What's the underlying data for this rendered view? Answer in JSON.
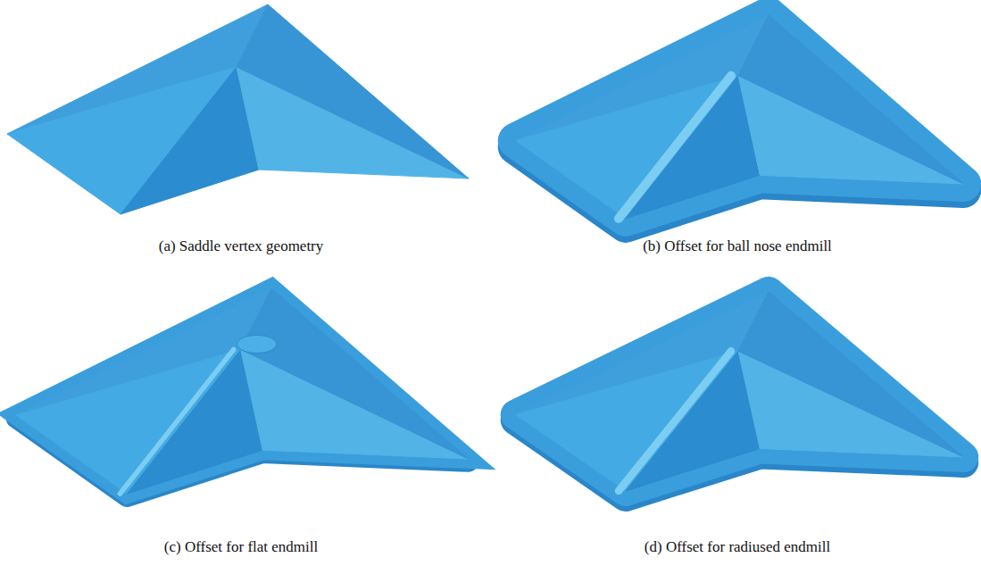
{
  "diagram": {
    "labels": [
      "(a) Saddle vertex geometry",
      "(b) Offset for ball nose endmill",
      "(c) Offset for flat endmill",
      "(d) Offset for radiused endmill"
    ]
  }
}
